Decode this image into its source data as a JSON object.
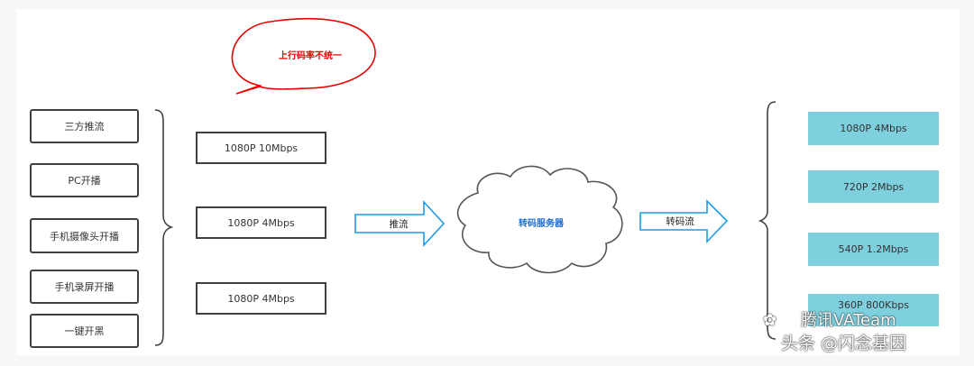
{
  "bubble": {
    "text": "上行码率不统一"
  },
  "sources": [
    {
      "label": "三方推流"
    },
    {
      "label": "PC开播"
    },
    {
      "label": "手机摄像头开播"
    },
    {
      "label": "手机录屏开播"
    },
    {
      "label": "一键开黑"
    }
  ],
  "upstream": [
    {
      "label": "1080P 10Mbps"
    },
    {
      "label": "1080P 4Mbps"
    },
    {
      "label": "1080P 4Mbps"
    }
  ],
  "push_arrow": {
    "label": "推流"
  },
  "server": {
    "label": "转码服务器"
  },
  "transcode_arrow": {
    "label": "转码流"
  },
  "outputs": [
    {
      "label": "1080P 4Mbps"
    },
    {
      "label": "720P 2Mbps"
    },
    {
      "label": "540P 1.2Mbps"
    },
    {
      "label": "360P 800Kbps"
    }
  ],
  "watermark": {
    "line1": "腾讯VATeam",
    "line2": "头条 @闪念基因"
  },
  "colors": {
    "bubble_stroke": "#e60000",
    "output_fill": "#7fd0de",
    "arrow_stroke": "#1e9be6",
    "cloud_stroke": "#555555"
  }
}
